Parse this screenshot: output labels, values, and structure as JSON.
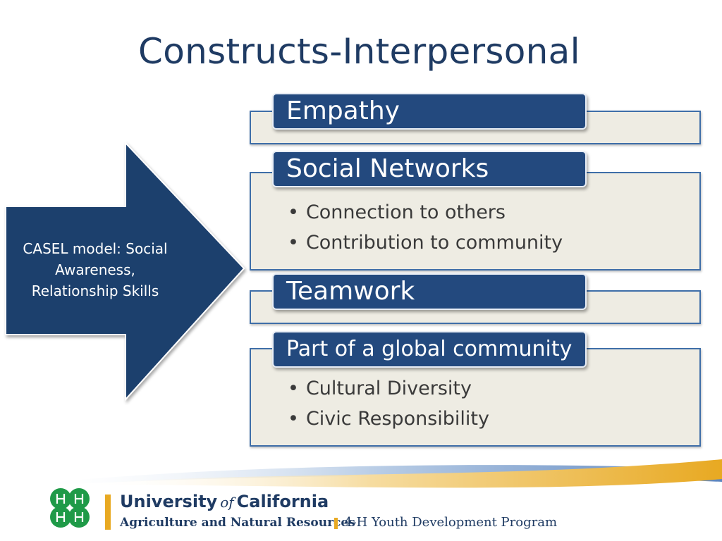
{
  "slide": {
    "title": "Constructs-Interpersonal"
  },
  "arrow": {
    "text": "CASEL model: Social Awareness, Relationship Skills",
    "fill_color": "#1f3f6d"
  },
  "sections": [
    {
      "heading": "Empathy",
      "bullets": []
    },
    {
      "heading": "Social Networks",
      "bullets": [
        "Connection to others",
        "Contribution to community"
      ]
    },
    {
      "heading": "Teamwork",
      "bullets": []
    },
    {
      "heading": "Part of a global community",
      "bullets": [
        "Cultural Diversity",
        "Civic Responsibility"
      ]
    }
  ],
  "footer": {
    "university_part1": "University",
    "university_of": "of",
    "university_part2": "California",
    "division": "Agriculture and Natural Resources",
    "program": "4-H Youth Development Program"
  },
  "colors": {
    "title": "#1f3b63",
    "header_fill": "#23497e",
    "panel_fill": "#eeece3",
    "panel_border": "#3e6ea8",
    "accent_gold": "#e8a922",
    "clover_green": "#1f9a48"
  },
  "icons": {
    "logo": "four-leaf-clover-icon"
  }
}
